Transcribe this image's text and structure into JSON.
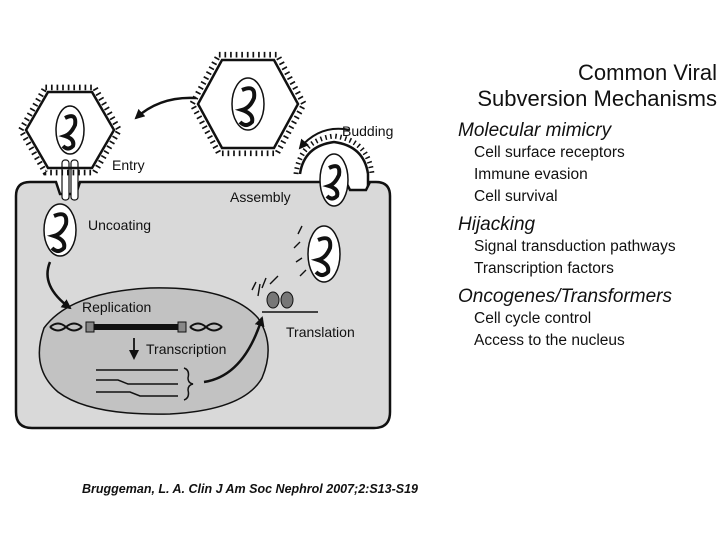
{
  "diagram": {
    "labels": {
      "entry": "Entry",
      "uncoating": "Uncoating",
      "assembly": "Assembly",
      "budding": "Budding",
      "replication": "Replication",
      "transcription": "Transcription",
      "translation": "Translation"
    }
  },
  "panel": {
    "title_line1": "Common Viral",
    "title_line2": "Subversion Mechanisms",
    "sections": [
      {
        "heading": "Molecular mimicry",
        "items": [
          "Cell surface receptors",
          "Immune evasion",
          "Cell survival"
        ]
      },
      {
        "heading": "Hijacking",
        "items": [
          "Signal transduction pathways",
          "Transcription factors"
        ]
      },
      {
        "heading": "Oncogenes/Transformers",
        "items": [
          "Cell cycle control",
          "Access to the nucleus"
        ]
      }
    ]
  },
  "citation": "Bruggeman, L. A. Clin J Am Soc Nephrol 2007;2:S13-S19"
}
